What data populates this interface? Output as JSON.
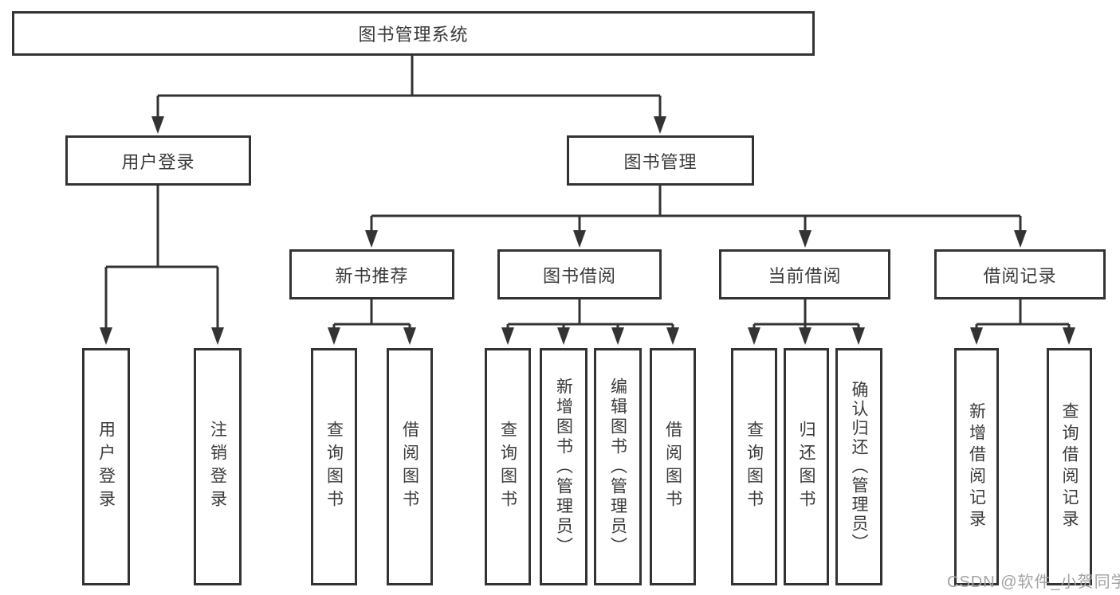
{
  "diagram": {
    "colors": {
      "line": "#333333",
      "box_border": "#333333",
      "text": "#3a3a3a",
      "watermark": "#a3a3a3",
      "background": "#ffffff"
    },
    "tree": {
      "root": {
        "label": "图书管理系统",
        "children": [
          {
            "label": "用户登录",
            "children": [
              {
                "label": "用户登录"
              },
              {
                "label": "注销登录"
              }
            ]
          },
          {
            "label": "图书管理",
            "children": [
              {
                "label": "新书推荐",
                "children": [
                  {
                    "label": "查询图书"
                  },
                  {
                    "label": "借阅图书"
                  }
                ]
              },
              {
                "label": "图书借阅",
                "children": [
                  {
                    "label": "查询图书"
                  },
                  {
                    "label": "新增图书（管理员）"
                  },
                  {
                    "label": "编辑图书（管理员）"
                  },
                  {
                    "label": "借阅图书"
                  }
                ]
              },
              {
                "label": "当前借阅",
                "children": [
                  {
                    "label": "查询图书"
                  },
                  {
                    "label": "归还图书"
                  },
                  {
                    "label": "确认归还（管理员）"
                  }
                ]
              },
              {
                "label": "借阅记录",
                "children": [
                  {
                    "label": "新增借阅记录"
                  },
                  {
                    "label": "查询借阅记录"
                  }
                ]
              }
            ]
          }
        ]
      }
    },
    "watermark": {
      "text": "CSDN @软件_小贺同学"
    }
  }
}
